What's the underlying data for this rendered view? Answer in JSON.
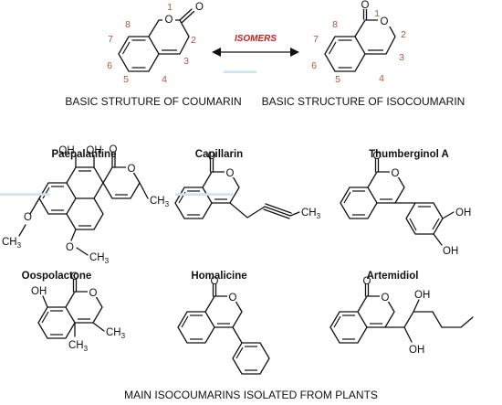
{
  "top": {
    "coumarin_caption": "BASIC STRUTURE OF COUMARIN",
    "isocoumarin_caption": "BASIC STRUCTURE OF ISOCOUMARIN",
    "isomers_label": "ISOMERS",
    "arrow_color": "#111111",
    "isomers_color": "#cc1f1f",
    "number_color": "#b0533a"
  },
  "coumarin": {
    "atoms": {
      "o_ring": "O",
      "o_carbonyl": "O"
    },
    "numbers": [
      "1",
      "2",
      "3",
      "4",
      "5",
      "6",
      "7",
      "8"
    ]
  },
  "isocoumarin": {
    "atoms": {
      "o_ring": "O",
      "o_carbonyl": "O"
    },
    "numbers": [
      "1",
      "2",
      "3",
      "4",
      "5",
      "6",
      "7",
      "8"
    ]
  },
  "compounds": {
    "paepalantine": {
      "name": "Paepalantine",
      "labels": {
        "oh1": "OH",
        "oh2": "OH",
        "o_carbonyl": "O",
        "o_ring": "O",
        "ch3": "CH",
        "ch3_sub": "3",
        "o_meo1": "O",
        "ch3_meo1": "CH",
        "ch3_meo1_sub": "3",
        "o_meo2": "O",
        "ch3_meo2": "CH",
        "ch3_meo2_sub": "3"
      }
    },
    "capillarin": {
      "name": "Capillarin",
      "labels": {
        "o_carbonyl": "O",
        "o_ring": "O",
        "ch3": "CH",
        "ch3_sub": "3"
      }
    },
    "thumberginol": {
      "name": "Thumberginol A",
      "labels": {
        "o_carbonyl": "O",
        "o_ring": "O",
        "oh1": "OH",
        "oh2": "OH"
      }
    },
    "oospolactone": {
      "name": "Oospolactone",
      "labels": {
        "oh": "OH",
        "o_carbonyl": "O",
        "o_ring": "O",
        "ch3a": "CH",
        "ch3a_sub": "3",
        "ch3b": "CH",
        "ch3b_sub": "3"
      }
    },
    "homalicine": {
      "name": "Homalicine",
      "labels": {
        "o_carbonyl": "O",
        "o_ring": "O"
      }
    },
    "artemidiol": {
      "name": "Artemidiol",
      "labels": {
        "o_carbonyl": "O",
        "o_ring": "O",
        "oh1": "OH",
        "oh2": "OH"
      }
    }
  },
  "footer": {
    "caption": "MAIN ISOCOUMARINS ISOLATED FROM PLANTS"
  }
}
